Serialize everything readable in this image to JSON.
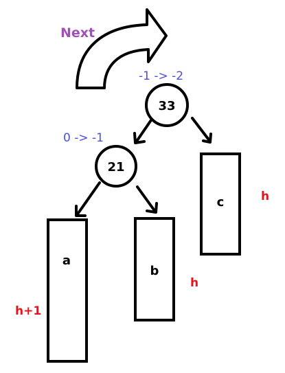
{
  "rotation_label": "Next",
  "nodes": {
    "root": {
      "key": "33",
      "balance_change": "-1 -> -2"
    },
    "child": {
      "key": "21",
      "balance_change": "0 -> -1"
    }
  },
  "subtrees": {
    "a": {
      "label": "a",
      "height": "h+1"
    },
    "b": {
      "label": "b",
      "height": "h"
    },
    "c": {
      "label": "c",
      "height": "h"
    }
  }
}
